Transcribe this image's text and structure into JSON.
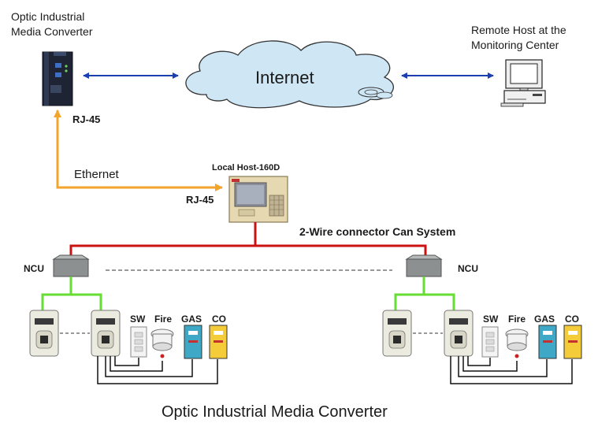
{
  "labels": {
    "converter_title_line1": "Optic Industrial",
    "converter_title_line2": "Media Converter",
    "remote_line1": "Remote Host at the",
    "remote_line2": "Monitoring Center",
    "internet": "Internet",
    "rj45_top": "RJ-45",
    "ethernet": "Ethernet",
    "rj45_host": "RJ-45",
    "local_host": "Local Host-160D",
    "bus": "2-Wire connector Can System",
    "ncu_left": "NCU",
    "ncu_right": "NCU",
    "caption": "Optic Industrial Media Converter"
  },
  "sensors": [
    "SW",
    "Fire",
    "GAS",
    "CO"
  ],
  "colors": {
    "internet_link": "#1a3fb0",
    "ethernet_link": "#f2a52a",
    "can_bus": "#cc1111",
    "ncu_branch": "#66dd33",
    "cloud_fill": "#cfe6f5"
  },
  "icons": {
    "converter": "media-converter-icon",
    "cloud": "internet-cloud-icon",
    "remote": "computer-icon",
    "local_host": "local-host-panel-icon",
    "ncu": "ncu-icon",
    "meter": "meter-icon",
    "switch": "switch-icon",
    "fire": "smoke-detector-icon",
    "gas": "gas-detector-icon",
    "co": "co-detector-icon"
  }
}
